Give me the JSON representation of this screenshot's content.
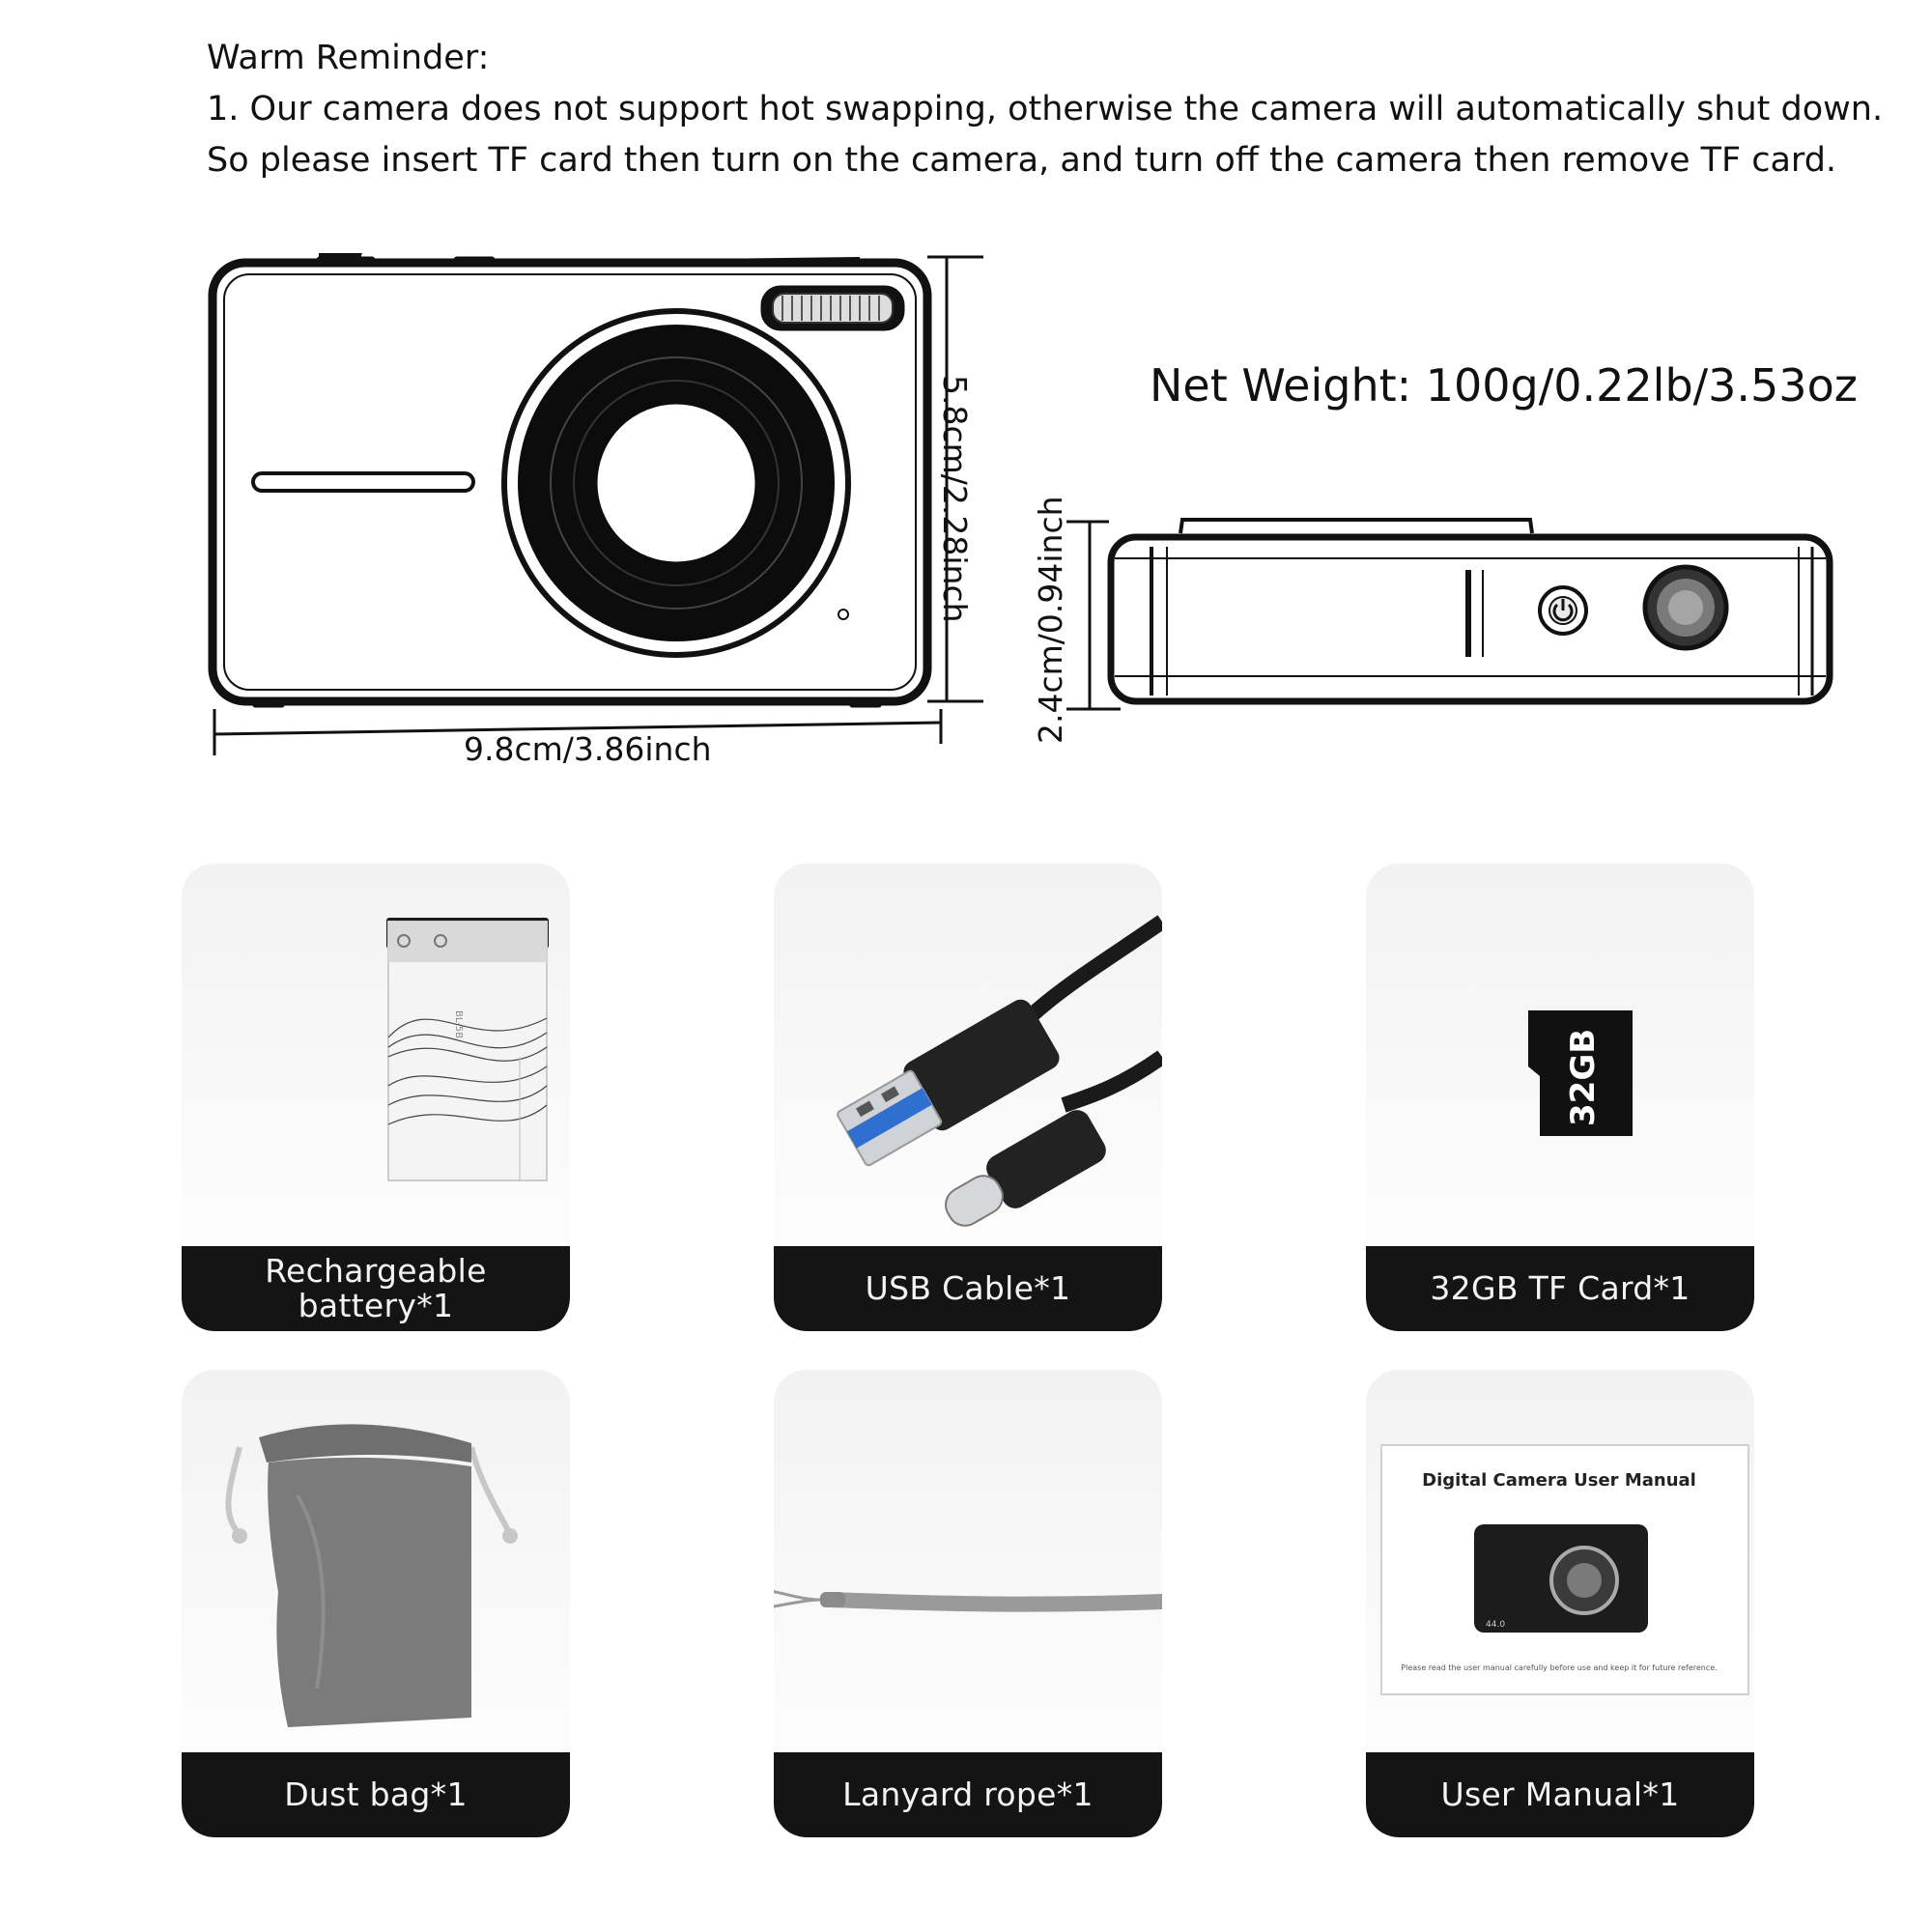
{
  "reminder": {
    "heading": "Warm Reminder:",
    "line1": "1. Our camera does not support hot swapping, otherwise the camera will automatically shut down.",
    "line2": "So please insert TF card then turn on the camera, and turn off the camera then remove TF card."
  },
  "dimensions": {
    "height": "5.8cm/2.28inch",
    "width": "9.8cm/3.86inch",
    "depth": "2.4cm/0.94inch",
    "net_weight": "Net Weight: 100g/0.22lb/3.53oz"
  },
  "battery_markings": {
    "model": "BL-5B"
  },
  "accessories": [
    {
      "label": "Rechargeable battery*1",
      "icon": "battery-icon"
    },
    {
      "label": "USB Cable*1",
      "icon": "usb-cable-icon"
    },
    {
      "label": "32GB TF Card*1",
      "icon": "tf-card-icon",
      "card_text": "32GB"
    },
    {
      "label": "Dust bag*1",
      "icon": "dust-bag-icon"
    },
    {
      "label": "Lanyard rope*1",
      "icon": "lanyard-icon"
    },
    {
      "label": "User Manual*1",
      "icon": "manual-icon",
      "manual_title": "Digital Camera User Manual",
      "manual_note": "Please read the user manual carefully before use and keep it for future reference.",
      "camera_text": "44.0"
    }
  ]
}
